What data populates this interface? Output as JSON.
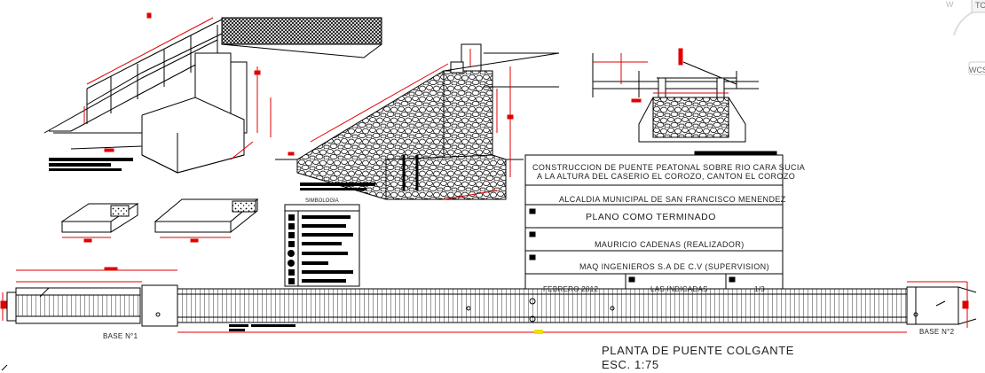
{
  "title_block": {
    "project_line1": "CONSTRUCCION DE PUENTE PEATONAL SOBRE  RIO CARA SUCIA",
    "project_line2": "A LA ALTURA DEL CASERIO EL COROZO, CANTON EL COROZO",
    "owner": "ALCALDIA MUNICIPAL DE SAN FRANCISCO MENENDEZ",
    "sheet_name": "PLANO COMO TERMINADO",
    "author": "MAURICIO CADENAS   (REALIZADOR)",
    "supervisor": "MAQ INGENIEROS S.A DE C.V  (SUPERVISION)",
    "date": "FEBRERO 2012",
    "scale": "LAS INDICADAS",
    "sheet_no": "1/3"
  },
  "legend": {
    "title": "SIMBOLOGIA"
  },
  "labels": {
    "base1": "BASE N°1",
    "base2": "BASE N°2",
    "plan_title": "PLANTA DE PUENTE COLGANTE",
    "plan_scale": "ESC. 1:75"
  },
  "viewcube": {
    "top": "TO",
    "wcs": "WCS",
    "w": "W"
  },
  "colors": {
    "accent": "#e00000",
    "line": "#000000",
    "yellow": "#f0e000",
    "grey": "#888888"
  }
}
